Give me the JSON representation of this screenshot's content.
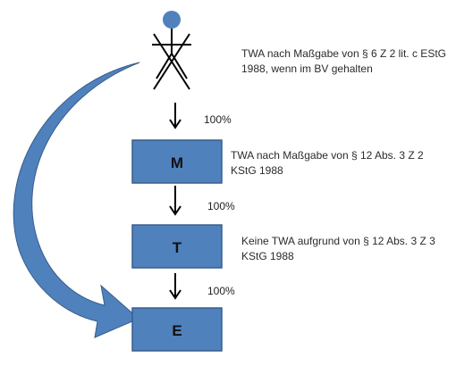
{
  "colors": {
    "box_fill": "#4f81bd",
    "box_stroke": "#385d8a",
    "arrow_fill": "#4f81bd",
    "arrow_stroke": "#385d8a",
    "figure_head": "#4f81bd",
    "figure_line": "#000000"
  },
  "nodes": {
    "m": {
      "label": "M"
    },
    "t": {
      "label": "T"
    },
    "e": {
      "label": "E"
    }
  },
  "percentages": {
    "person_to_m": "100%",
    "m_to_t": "100%",
    "t_to_e": "100%"
  },
  "notes": {
    "top": "TWA nach Maßgabe von § 6 Z 2 lit. c EStG 1988, wenn im BV gehalten",
    "m": "TWA nach Maßgabe von § 12 Abs. 3 Z 2 KStG 1988",
    "t": "Keine TWA aufgrund von § 12 Abs. 3 Z 3 KStG 1988"
  },
  "icons": {
    "person": "crossed-stick-figure-icon"
  }
}
